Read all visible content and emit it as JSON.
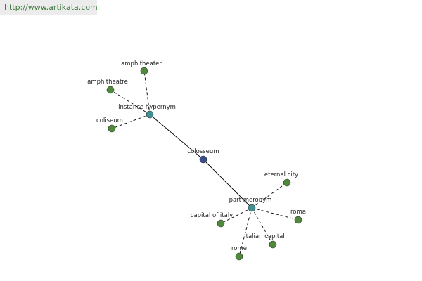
{
  "banner": {
    "url": "http://www.artikata.com"
  },
  "colors": {
    "center": "#3a4e8c",
    "relation": "#3f8f93",
    "term": "#4f8a3c",
    "banner_text": "#3d7a3d",
    "banner_bg": "#ececec"
  },
  "graph": {
    "nodes": [
      {
        "id": "colosseum",
        "label": "colosseum",
        "kind": "center"
      },
      {
        "id": "instance-hypernym",
        "label": "instance hypernym",
        "kind": "relation"
      },
      {
        "id": "part-meronym",
        "label": "part meronym",
        "kind": "relation"
      },
      {
        "id": "amphitheater",
        "label": "amphitheater",
        "kind": "term"
      },
      {
        "id": "amphitheatre",
        "label": "amphitheatre",
        "kind": "term"
      },
      {
        "id": "coliseum",
        "label": "coliseum",
        "kind": "term"
      },
      {
        "id": "eternal-city",
        "label": "eternal city",
        "kind": "term"
      },
      {
        "id": "roma",
        "label": "roma",
        "kind": "term"
      },
      {
        "id": "capital-of-italy",
        "label": "capital of italy",
        "kind": "term"
      },
      {
        "id": "italian-capital",
        "label": "italian capital",
        "kind": "term"
      },
      {
        "id": "rome",
        "label": "rome",
        "kind": "term"
      }
    ],
    "edges": [
      {
        "from": "colosseum",
        "to": "instance-hypernym",
        "style": "solid"
      },
      {
        "from": "colosseum",
        "to": "part-meronym",
        "style": "solid"
      },
      {
        "from": "instance-hypernym",
        "to": "amphitheater",
        "style": "dashed"
      },
      {
        "from": "instance-hypernym",
        "to": "amphitheatre",
        "style": "dashed"
      },
      {
        "from": "instance-hypernym",
        "to": "coliseum",
        "style": "dashed"
      },
      {
        "from": "part-meronym",
        "to": "eternal-city",
        "style": "dashed"
      },
      {
        "from": "part-meronym",
        "to": "roma",
        "style": "dashed"
      },
      {
        "from": "part-meronym",
        "to": "capital-of-italy",
        "style": "dashed"
      },
      {
        "from": "part-meronym",
        "to": "italian-capital",
        "style": "dashed"
      },
      {
        "from": "part-meronym",
        "to": "rome",
        "style": "dashed"
      }
    ]
  }
}
